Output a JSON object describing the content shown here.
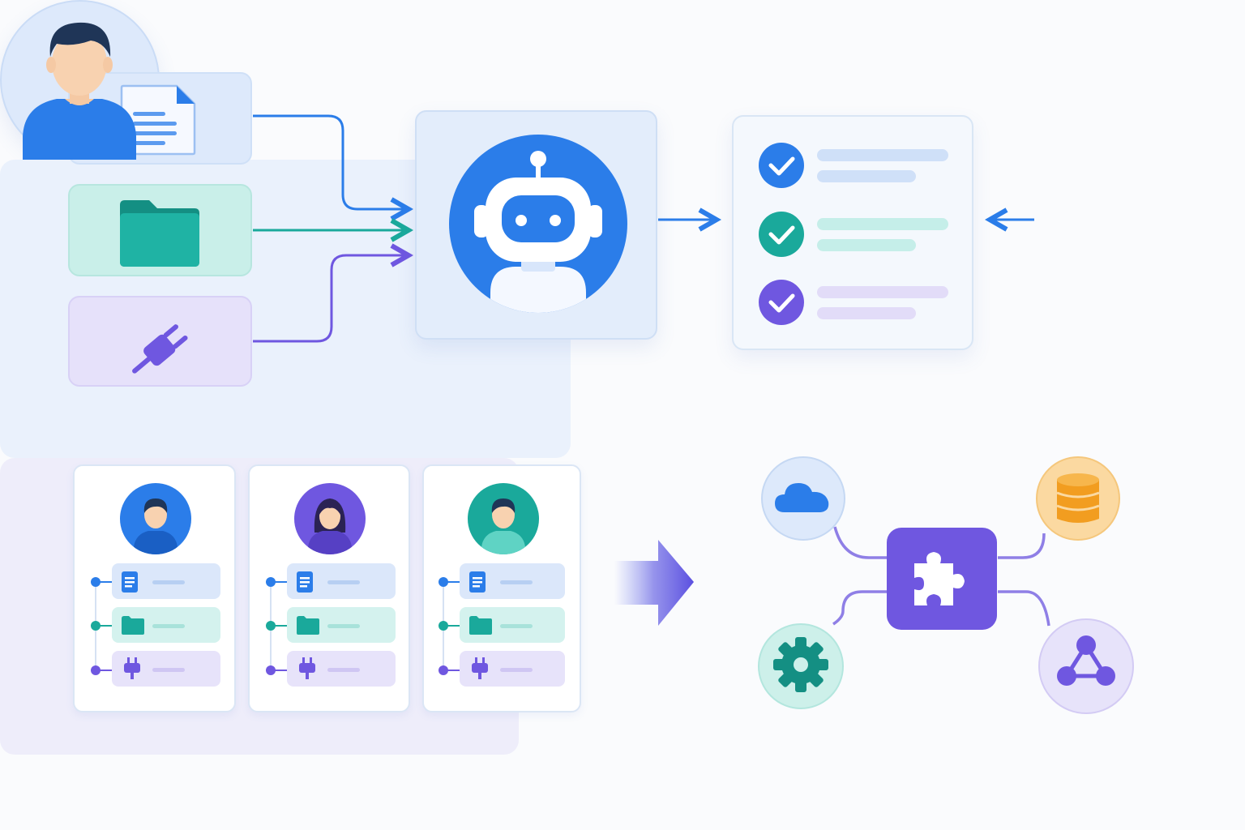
{
  "colors": {
    "blue": "#2b7de9",
    "teal": "#1aa99b",
    "purple": "#6f57e0",
    "orange": "#f4a52c",
    "light_blue": "#dde9fb",
    "light_teal": "#c9efe9",
    "light_purple": "#e6e1fa"
  },
  "sources": [
    {
      "name": "document",
      "icon": "document-icon",
      "color": "#2b7de9"
    },
    {
      "name": "folder",
      "icon": "folder-icon",
      "color": "#1aa99b"
    },
    {
      "name": "plugin",
      "icon": "plug-icon",
      "color": "#6f57e0"
    }
  ],
  "agent": {
    "icon": "robot-icon"
  },
  "tasks": [
    {
      "icon": "check-icon",
      "color": "#2b7de9"
    },
    {
      "icon": "check-icon",
      "color": "#1aa99b"
    },
    {
      "icon": "check-icon",
      "color": "#6f57e0"
    }
  ],
  "user": {
    "icon": "user-avatar-icon"
  },
  "profiles": [
    {
      "avatar": "male-avatar-icon",
      "color": "#2b7de9"
    },
    {
      "avatar": "female-avatar-icon",
      "color": "#6f57e0"
    },
    {
      "avatar": "male-avatar-icon",
      "color": "#1aa99b"
    }
  ],
  "integrations": {
    "hub_icon": "puzzle-icon",
    "nodes": [
      "cloud-icon",
      "database-icon",
      "gear-icon",
      "network-icon"
    ]
  }
}
